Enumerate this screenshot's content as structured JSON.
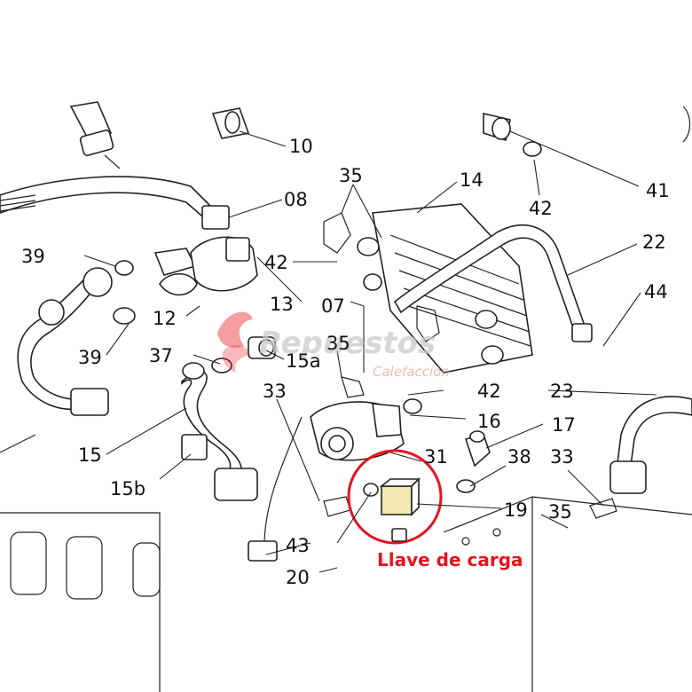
{
  "labels": {
    "l10": "10",
    "l08": "08",
    "l35a": "35",
    "l14": "14",
    "l41": "41",
    "l42a": "42",
    "l39a": "39",
    "l42b": "42",
    "l22": "22",
    "l13": "13",
    "l07": "07",
    "l44": "44",
    "l12": "12",
    "l39b": "39",
    "l37": "37",
    "l35b": "35",
    "l15a": "15a",
    "l33a": "33",
    "l42c": "42",
    "l23": "23",
    "l16": "16",
    "l17": "17",
    "l15": "15",
    "l31": "31",
    "l38": "38",
    "l33b": "33",
    "l15b": "15b",
    "l19": "19",
    "l35c": "35",
    "l43": "43",
    "l20": "20"
  },
  "highlight": {
    "caption": "Llave de carga",
    "color": "#e8121c"
  },
  "watermark": {
    "brand": "Repuestos",
    "sub": "Calefacción",
    "color": "#e8121c"
  }
}
